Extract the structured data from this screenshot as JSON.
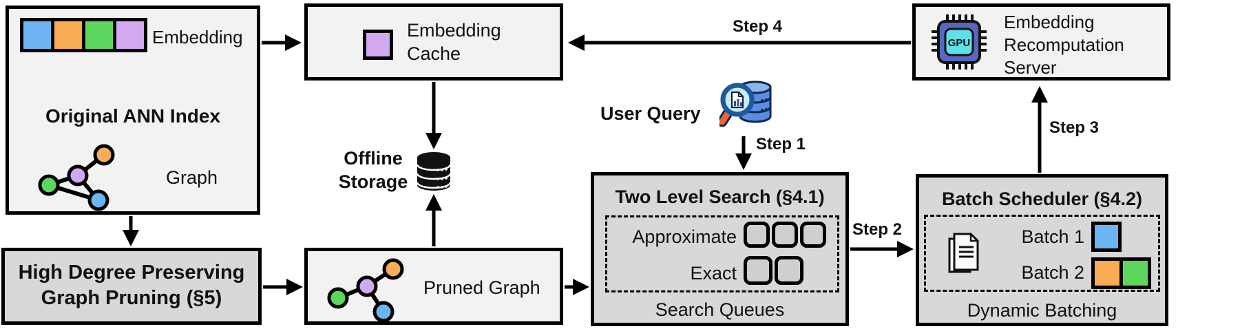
{
  "boxes": {
    "original_index": {
      "embedding_label": "Embedding",
      "title": "Original ANN Index",
      "graph_label": "Graph"
    },
    "pruning": {
      "line1": "High Degree Preserving",
      "line2": "Graph Pruning (§5)"
    },
    "cache": {
      "line1": "Embedding",
      "line2": "Cache"
    },
    "storage": {
      "line1": "Offline",
      "line2": "Storage"
    },
    "pruned_graph": {
      "label": "Pruned Graph"
    },
    "query": {
      "label": "User Query"
    },
    "search": {
      "title": "Two Level Search (§4.1)",
      "approximate_label": "Approximate",
      "exact_label": "Exact",
      "caption": "Search Queues",
      "approximate_slots": 3,
      "exact_slots": 2
    },
    "scheduler": {
      "title": "Batch Scheduler (§4.2)",
      "batch1_label": "Batch 1",
      "batch2_label": "Batch 2",
      "caption": "Dynamic Batching"
    },
    "server": {
      "line1": "Embedding",
      "line2": "Recomputation",
      "line3": "Server",
      "chip_label": "GPU"
    }
  },
  "steps": {
    "s1": "Step 1",
    "s2": "Step 2",
    "s3": "Step 3",
    "s4": "Step 4"
  },
  "icons": {
    "embedding_strip": "four-colored-vector-cells",
    "graph": "node-link-graph",
    "pruned_graph": "node-link-tree",
    "cached_embedding": "purple-square",
    "database": "black-database-cylinder",
    "query": "magnifier-over-blue-database",
    "gpu": "gpu-chip",
    "documents": "stacked-documents"
  },
  "colors": {
    "blue": "#6db4f2",
    "orange": "#f7ac55",
    "green": "#5cd65c",
    "purple": "#d2a9f0",
    "box_light": "#f2f2f2",
    "box_dark": "#d8d8d8",
    "slot_fill": "#cfcfcf",
    "gpu_body": "#5868c0",
    "gpu_core": "#5ce1e6",
    "lens_fill": "#c8ecf7",
    "lens_rim": "#1c5a9e",
    "handle": "#f26430",
    "db_fill": "#5b8ce0"
  }
}
